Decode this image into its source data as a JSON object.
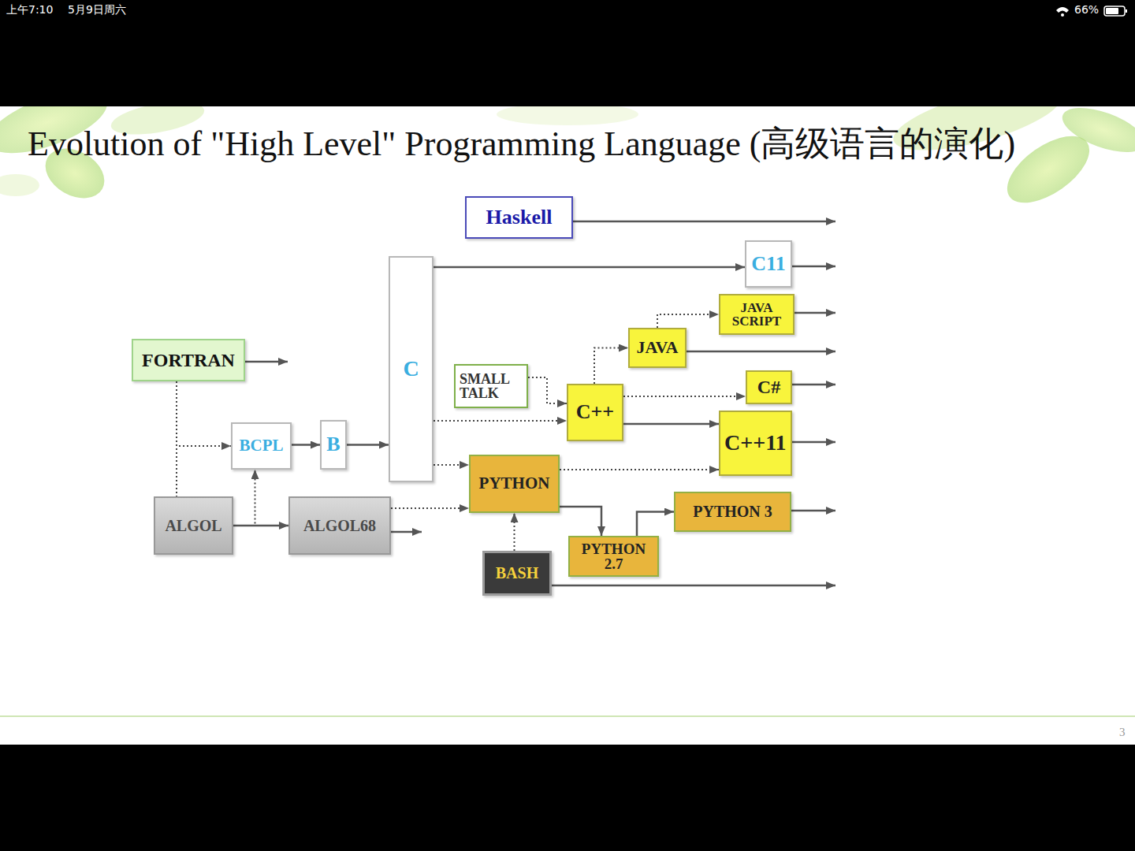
{
  "diagram": {
    "title": "Evolution of \"High Level\" Programming Language (高级语言的演化)",
    "nodes": [
      {
        "text": [
          "Haskell"
        ]
      },
      {
        "text": [
          "C11"
        ]
      },
      {
        "text": [
          "C"
        ]
      },
      {
        "text": [
          "JAVA SCRIPT"
        ]
      },
      {
        "text": [
          "JAVA"
        ]
      },
      {
        "text": [
          "FORTRAN"
        ]
      },
      {
        "text": [
          "SMALL TALK"
        ]
      },
      {
        "text": [
          "C#"
        ]
      },
      {
        "text": [
          "C++"
        ]
      },
      {
        "text": [
          "BCPL"
        ]
      },
      {
        "text": [
          "B"
        ]
      },
      {
        "text": [
          "C++11"
        ]
      },
      {
        "text": [
          "PYTHON"
        ]
      },
      {
        "text": [
          "PYTHON 3"
        ]
      },
      {
        "text": [
          "ALGOL"
        ]
      },
      {
        "text": [
          "ALGOL68"
        ]
      },
      {
        "text": [
          "PYTHON 2.7"
        ]
      },
      {
        "text": [
          "BASH"
        ]
      }
    ],
    "edges": [
      {
        "from": 2,
        "to": 1,
        "arrow": "to"
      },
      {
        "from": 4,
        "to": 3,
        "arrow": "to"
      },
      {
        "from": 8,
        "to": 4,
        "arrow": "to"
      },
      {
        "from": 6,
        "to": 8,
        "arrow": "to"
      },
      {
        "from": 8,
        "to": 7,
        "arrow": "to"
      },
      {
        "from": 2,
        "to": 8,
        "arrow": "to"
      },
      {
        "from": 8,
        "to": 11,
        "arrow": "to"
      },
      {
        "from": 5,
        "to": 9,
        "arrow": "to"
      },
      {
        "from": 5,
        "to": 14,
        "arrow": "none"
      },
      {
        "from": 9,
        "to": 10,
        "arrow": "to"
      },
      {
        "from": 10,
        "to": 2,
        "arrow": "to"
      },
      {
        "from": 14,
        "to": 9,
        "arrow": "to"
      },
      {
        "from": 14,
        "to": 15,
        "arrow": "to"
      },
      {
        "from": 2,
        "to": 12,
        "arrow": "to"
      },
      {
        "from": 15,
        "to": 12,
        "arrow": "to"
      },
      {
        "from": 12,
        "to": 11,
        "arrow": "to"
      },
      {
        "from": 17,
        "to": 12,
        "arrow": "to"
      },
      {
        "from": 12,
        "to": 16,
        "arrow": "to"
      },
      {
        "from": 16,
        "to": 13,
        "arrow": "to"
      }
    ],
    "labels": [
      "上午7:10",
      "5月9日周六",
      "66%",
      "3"
    ]
  }
}
